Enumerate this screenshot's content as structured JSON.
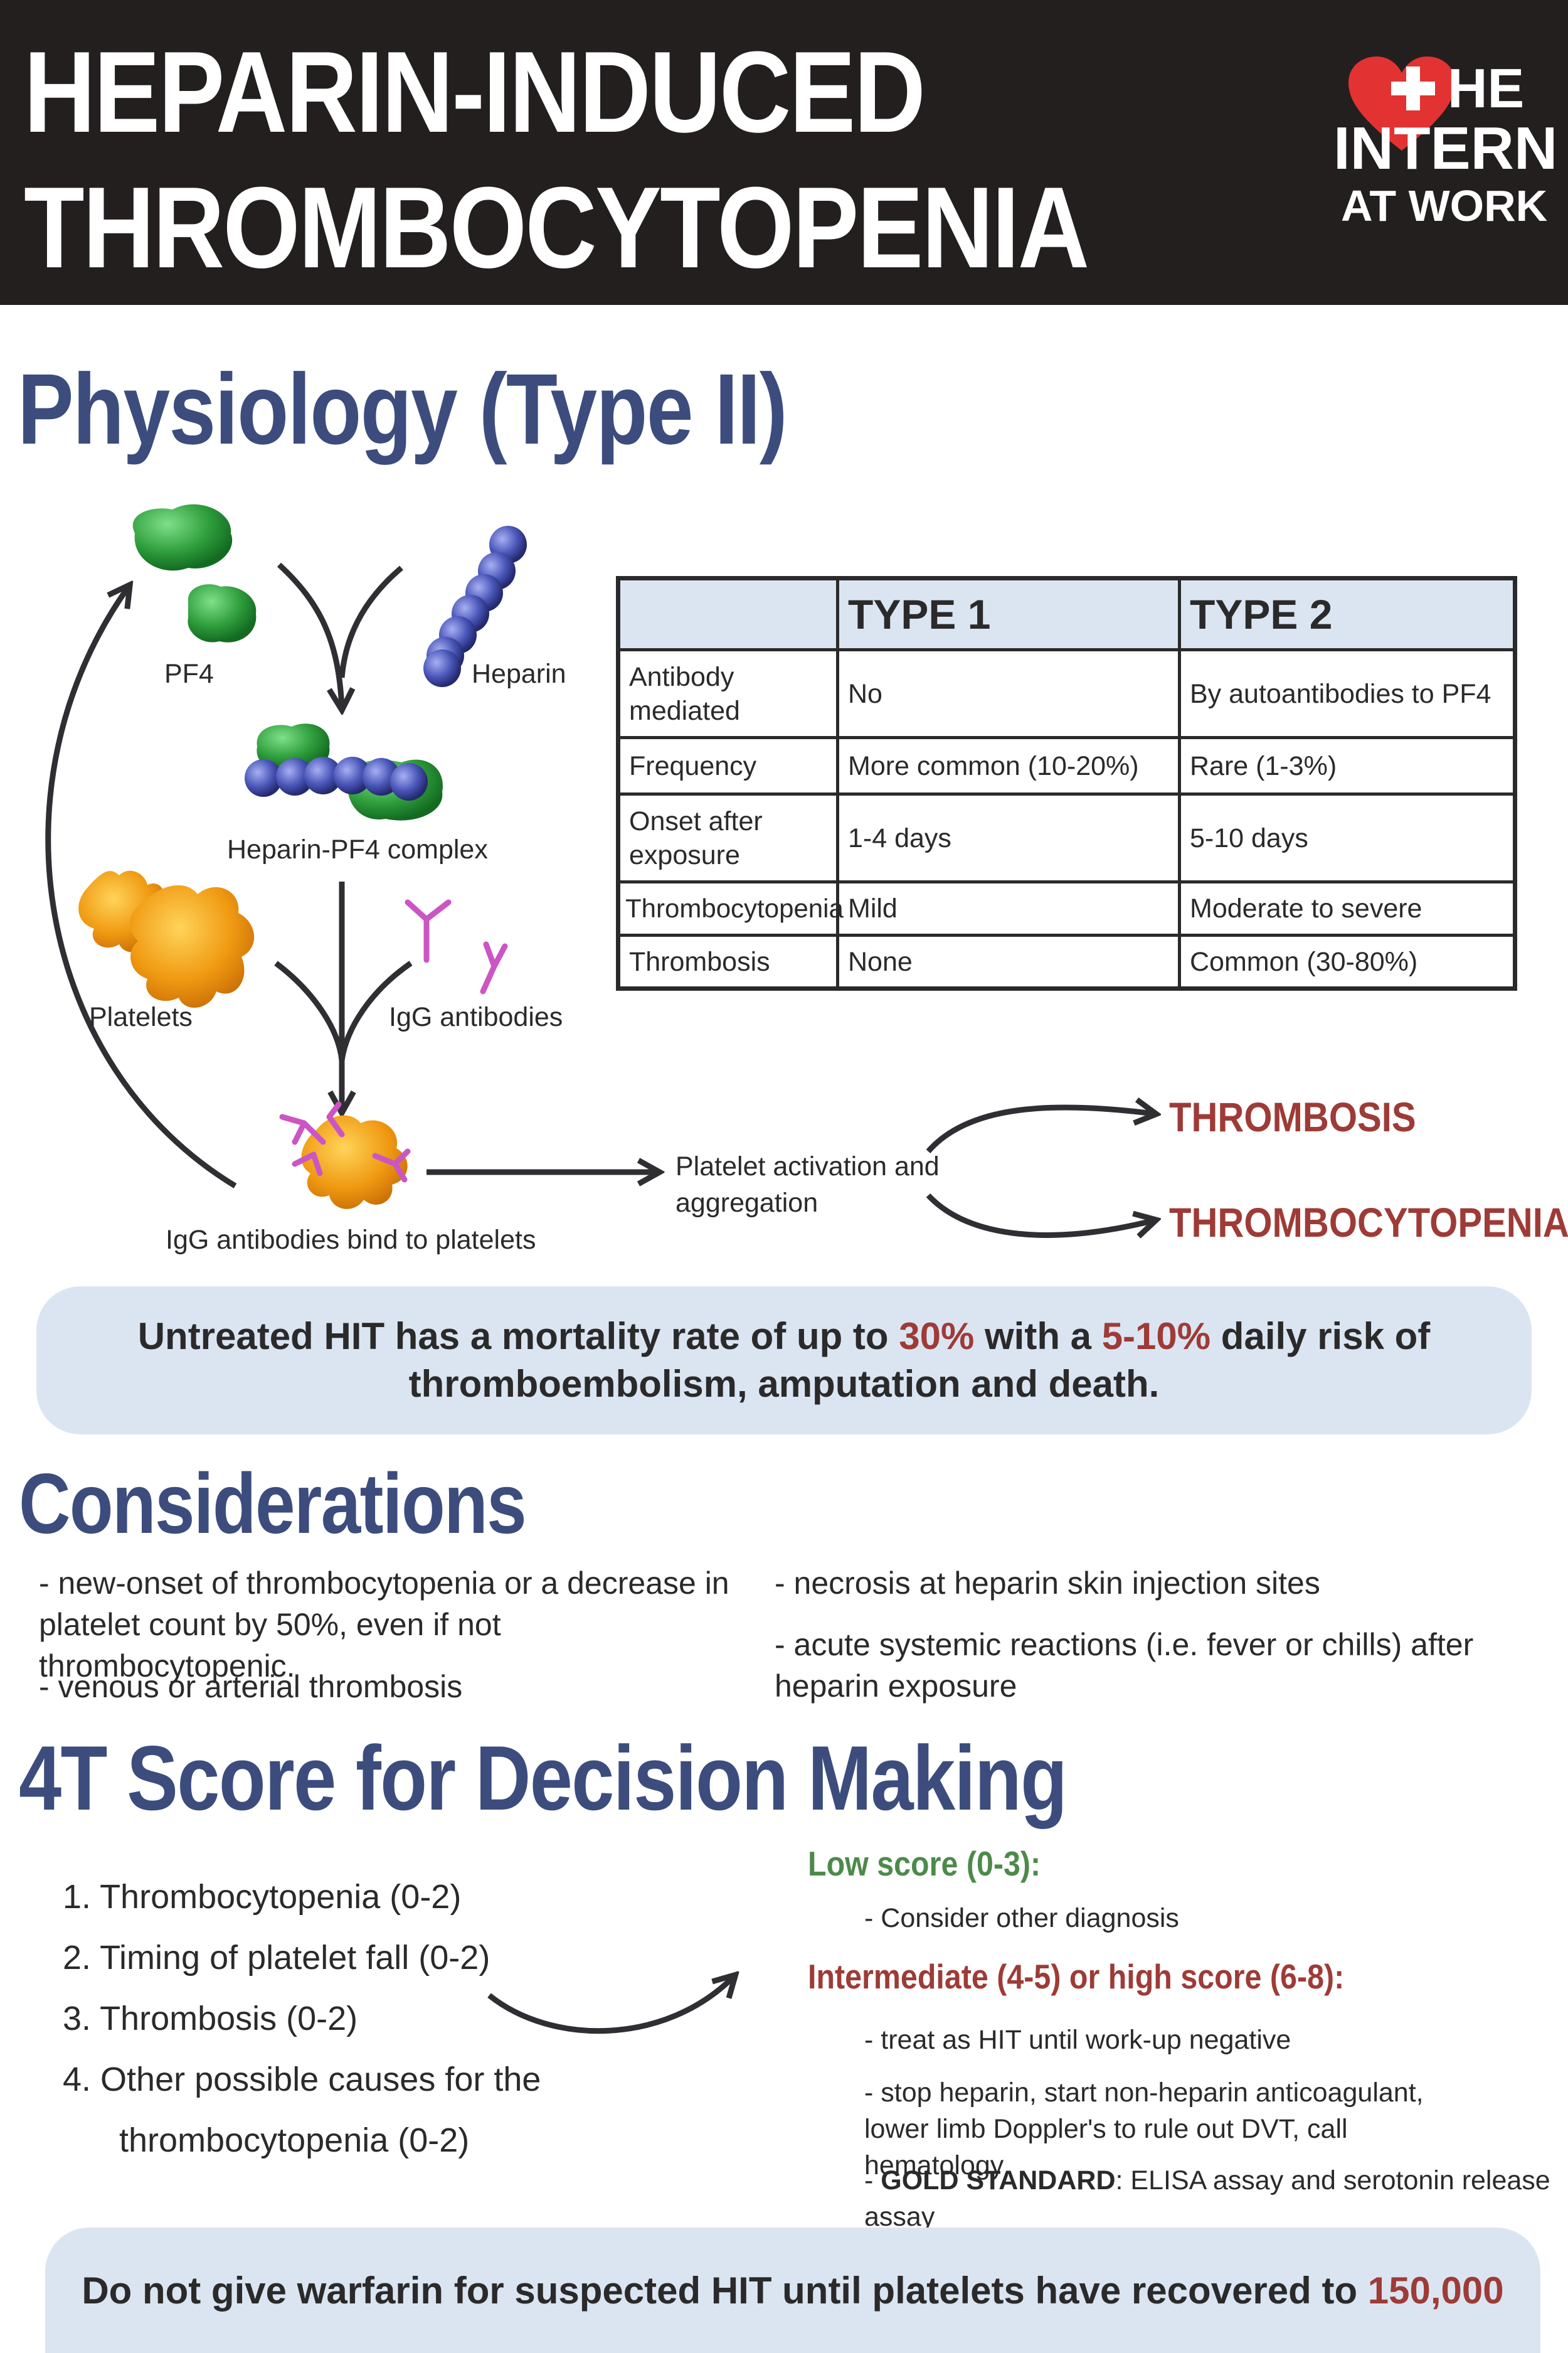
{
  "header": {
    "title_line1": "HEPARIN-INDUCED",
    "title_line2": "THROMBOCYTOPENIA",
    "logo_line1": "HE",
    "logo_line2": "INTERN",
    "logo_line3": "AT WORK"
  },
  "physiology": {
    "title": "Physiology (Type II)",
    "labels": {
      "pf4": "PF4",
      "heparin": "Heparin",
      "complex": "Heparin-PF4 complex",
      "platelets": "Platelets",
      "igg": "IgG antibodies",
      "bind": "IgG antibodies bind to platelets",
      "activation_line1": "Platelet activation and",
      "activation_line2": "aggregation"
    },
    "results": [
      "THROMBOSIS",
      "THROMBOCYTOPENIA"
    ]
  },
  "table": {
    "headers": [
      "",
      "TYPE 1",
      "TYPE 2"
    ],
    "rows": [
      {
        "label_1": "Antibody",
        "label_2": "mediated",
        "type1": "No",
        "type2": "By autoantibodies to PF4"
      },
      {
        "label_1": "Frequency",
        "label_2": "",
        "type1": "More common (10-20%)",
        "type2": "Rare (1-3%)"
      },
      {
        "label_1": "Onset after",
        "label_2": "exposure",
        "type1": "1-4 days",
        "type2": "5-10 days"
      },
      {
        "label_1": "Thrombocytopenia",
        "label_2": "",
        "type1": "Mild",
        "type2": "Moderate to severe"
      },
      {
        "label_1": "Thrombosis",
        "label_2": "",
        "type1": "None",
        "type2": "Common (30-80%)"
      }
    ]
  },
  "mortality": {
    "part1": "Untreated HIT has a mortality rate of up to ",
    "value1": "30%",
    "part2": " with a ",
    "value2": "5-10%",
    "part3": " daily risk of",
    "line2": "thromboembolism, amputation and death."
  },
  "considerations": {
    "title": "Considerations",
    "items": [
      "- new-onset of thrombocytopenia or a decrease in platelet count by 50%, even if not thrombocytopenic.",
      "- venous or arterial thrombosis",
      "- necrosis at heparin skin injection sites",
      "- acute systemic reactions (i.e. fever or chills) after heparin exposure"
    ]
  },
  "score": {
    "title": "4T Score for Decision Making",
    "criteria": [
      "1.  Thrombocytopenia (0-2)",
      "2.  Timing of platelet fall (0-2)",
      "3.  Thrombosis (0-2)",
      "4.  Other possible causes for the",
      "      thrombocytopenia (0-2)"
    ],
    "low_head": "Low score (0-3):",
    "low_note": "- Consider other diagnosis",
    "high_head": "Intermediate (4-5) or high score (6-8):",
    "high_notes": [
      "- treat as HIT until work-up negative",
      "- stop heparin, start non-heparin anticoagulant, lower limb Doppler's to rule out DVT, call hematology"
    ],
    "gold_label": "GOLD STANDARD",
    "gold_text": ": ELISA assay and serotonin release assay"
  },
  "warfarin": {
    "text": "Do not give warfarin for suspected HIT until platelets have recovered to ",
    "value": "150,000"
  },
  "colors": {
    "header_bg": "#231f1f",
    "title_blue": "#3c4c7d",
    "accent_red": "#9e3b37",
    "green": "#4d8a4a",
    "callout_bg": "#dbe5f2",
    "pf4_green": "#2f9e3c",
    "heparin_blue": "#4a56b8",
    "platelet_orange": "#f09a12",
    "antibody_pink": "#cc55c4"
  }
}
